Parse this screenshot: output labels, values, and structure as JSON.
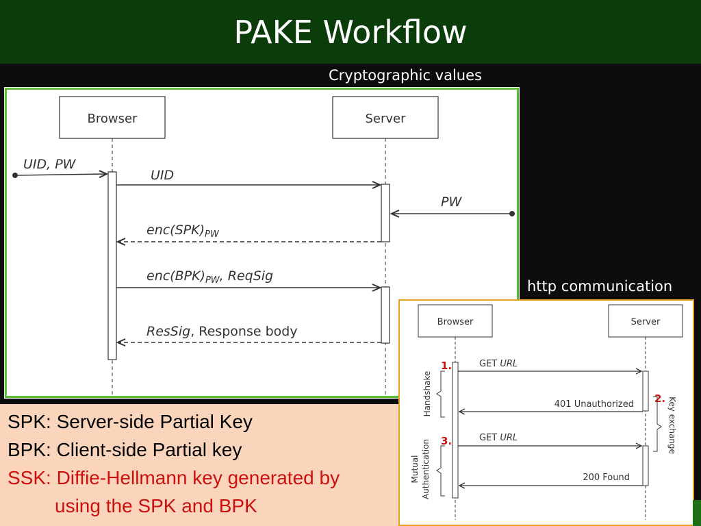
{
  "title": "PAKE Workflow",
  "captions": {
    "crypto": "Cryptographic values",
    "http": "http communication"
  },
  "main_diagram": {
    "browser": "Browser",
    "server": "Server",
    "msg_uid_pw": "UID, PW",
    "msg_uid": "UID",
    "msg_pw": "PW",
    "msg_enc_spk": "enc(SPK)",
    "msg_enc_spk_sub": "PW",
    "msg_enc_bpk": "enc(BPK)",
    "msg_enc_bpk_sub": "PW",
    "msg_enc_bpk_rest": ", ReqSig",
    "msg_ressig": "ResSig",
    "msg_ressig_rest": ", Response body"
  },
  "http_diagram": {
    "browser": "Browser",
    "server": "Server",
    "get1_prefix": "GET ",
    "get1_url": "URL",
    "unauthorized": "401 Unauthorized",
    "get2_prefix": "GET ",
    "get2_url": "URL",
    "found": "200 Found",
    "step1": "1.",
    "step2": "2.",
    "step3": "3.",
    "handshake": "Handshake",
    "mutual": "Mutual",
    "authentication": "Authentication",
    "key_exchange": "Key exchange"
  },
  "legend": {
    "spk": "SPK: Server-side Partial Key",
    "bpk": "BPK: Client-side Partial key",
    "ssk_line1": "SSK: Diffie-Hellmann key generated by",
    "ssk_line2": "using the SPK and BPK"
  },
  "colors": {
    "title_bg": "#0b3d0b",
    "main_border": "#5bbf34",
    "http_border": "#e8a020",
    "legend_bg": "#fbd5bb",
    "accent_red": "#cc1010"
  }
}
